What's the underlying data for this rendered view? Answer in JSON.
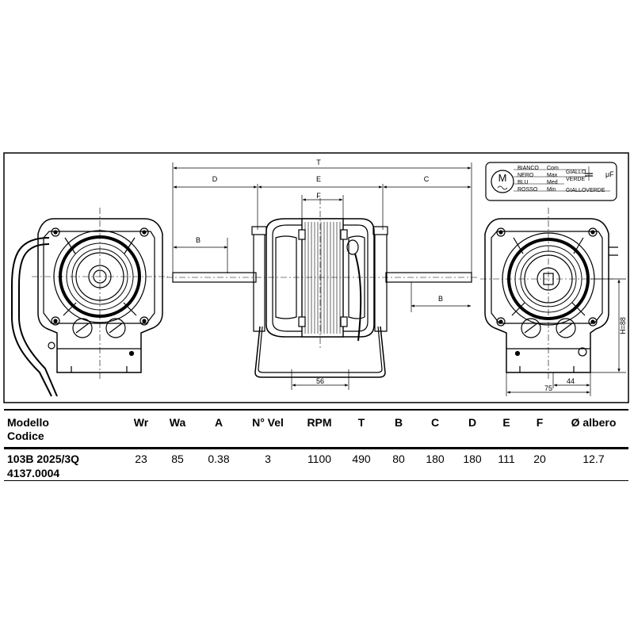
{
  "dimensions": {
    "T": "T",
    "D": "D",
    "E": "E",
    "C": "C",
    "F": "F",
    "B_left": "B",
    "B_right": "B",
    "base_width": "56",
    "width_44": "44",
    "width_75": "75",
    "height": "H=88"
  },
  "wiring": {
    "motor_symbol": "M",
    "rows": [
      {
        "wire": "BIANCO",
        "function": "Com",
        "cap_wire": "GIALLO"
      },
      {
        "wire": "NERO",
        "function": "Max",
        "cap_wire": "VERDE"
      },
      {
        "wire": "BLU",
        "function": "Med",
        "cap_wire": ""
      },
      {
        "wire": "ROSSO",
        "function": "Min",
        "cap_wire": "GIALLOVERDE"
      }
    ],
    "capacitor_unit": "μF"
  },
  "table": {
    "headers": {
      "model": "Modello",
      "code": "Codice",
      "cols": [
        "Wr",
        "Wa",
        "A",
        "N° Vel",
        "RPM",
        "T",
        "B",
        "C",
        "D",
        "E",
        "F",
        "Ø albero"
      ]
    },
    "rows": [
      {
        "model": "103B 2025/3Q",
        "code": "4137.0004",
        "values": [
          "23",
          "85",
          "0.38",
          "3",
          "1100",
          "490",
          "80",
          "180",
          "180",
          "111",
          "20",
          "12.7"
        ]
      }
    ]
  }
}
